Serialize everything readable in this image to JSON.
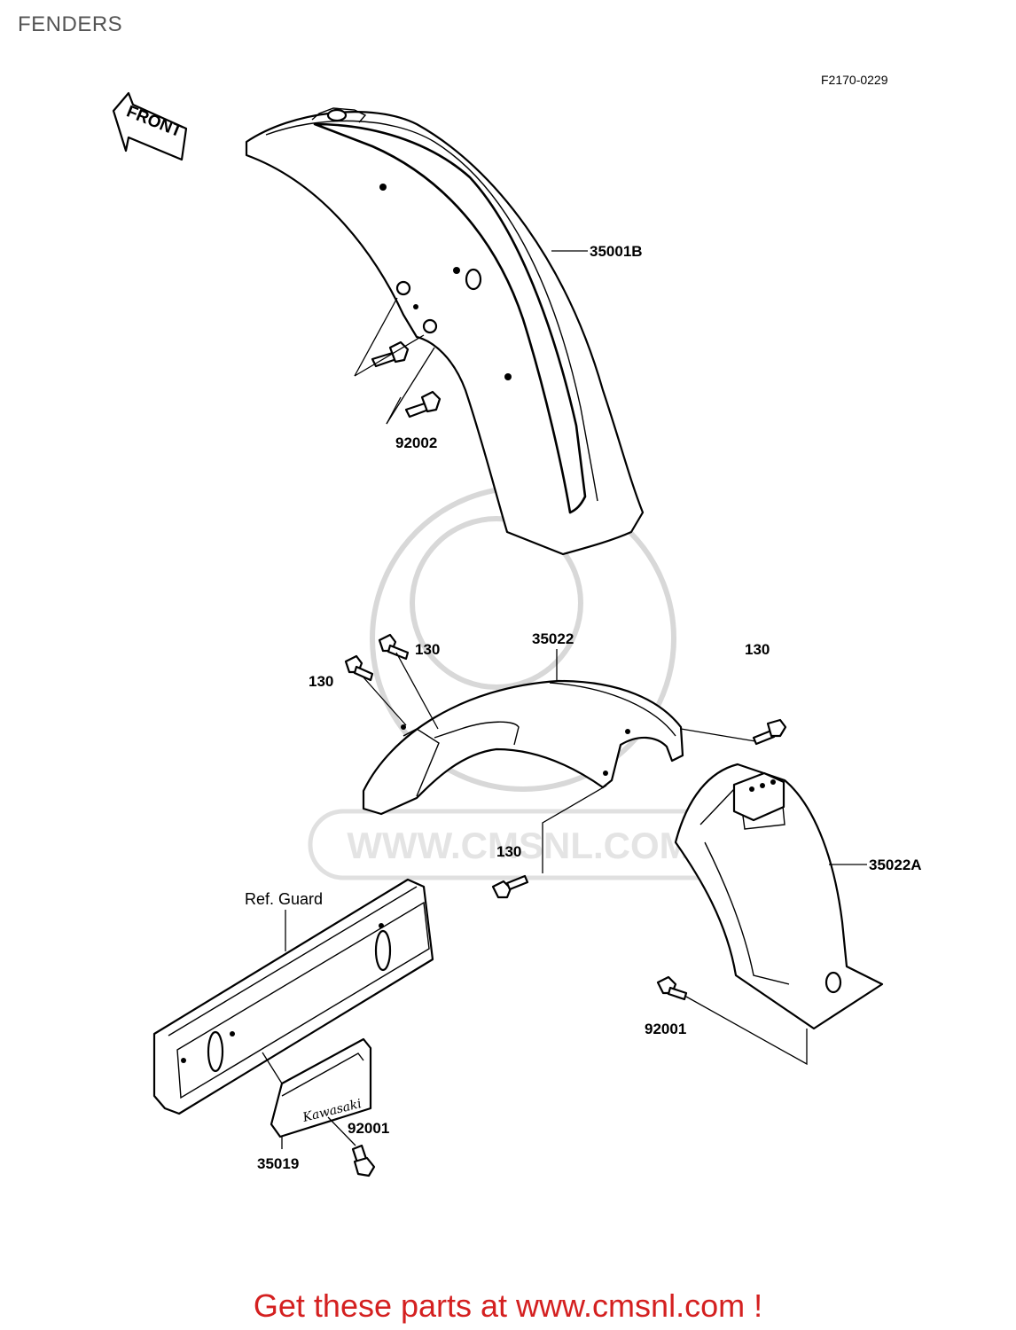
{
  "header": {
    "title": "FENDERS",
    "diagram_code": "F2170-0229"
  },
  "orientation": {
    "label": "FRONT"
  },
  "parts": {
    "front_fender": "35001B",
    "front_bolt": "92002",
    "rear_fender": "35022",
    "rear_bolt_a": "130",
    "rear_bolt_b": "130",
    "rear_bolt_c": "130",
    "rear_bolt_d": "130",
    "rear_flap": "35022A",
    "flap_bolt": "92001",
    "guard_ref": "Ref. Guard",
    "plate": "35019",
    "plate_bolt": "92001",
    "plate_brand": "Kawasaki"
  },
  "watermark": {
    "text": "WWW.CMSNL.COM"
  },
  "footer": {
    "text": "Get these parts at www.cmsnl.com !",
    "color": "#d42020"
  }
}
